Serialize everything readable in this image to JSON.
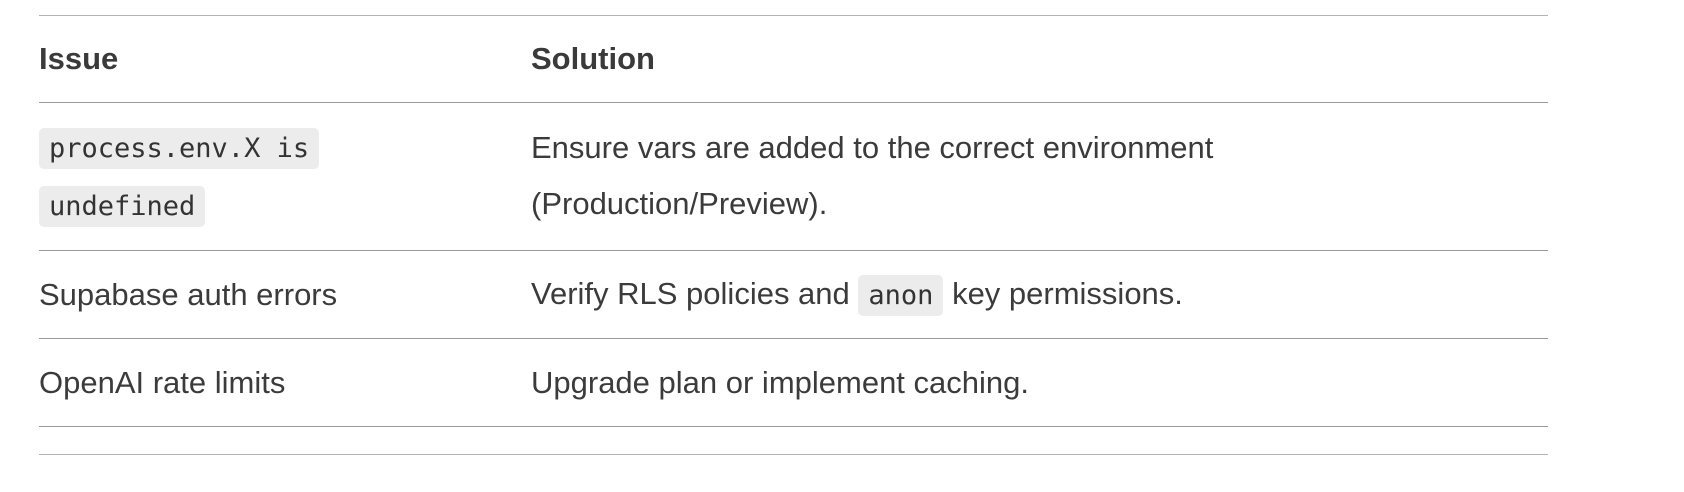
{
  "table": {
    "headers": {
      "issue": "Issue",
      "solution": "Solution"
    },
    "rows": [
      {
        "issue_code": "process.env.X is undefined",
        "solution": "Ensure vars are added to the correct environment (Production/Preview)."
      },
      {
        "issue": "Supabase auth errors",
        "solution_before": "Verify RLS policies and",
        "solution_code": "anon",
        "solution_after": "key permissions."
      },
      {
        "issue": "OpenAI rate limits",
        "solution": "Upgrade plan or implement caching."
      }
    ]
  }
}
